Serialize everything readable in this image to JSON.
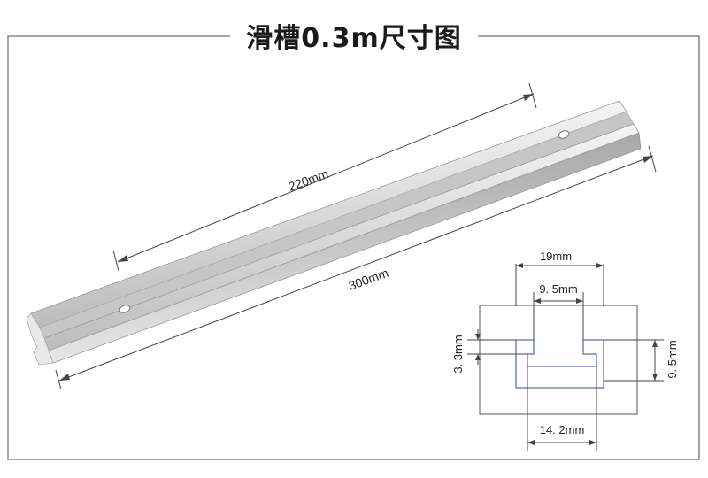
{
  "title": "滑槽0.3m尺寸图",
  "rail": {
    "length_labels": {
      "inner": "220mm",
      "overall": "300mm"
    }
  },
  "cross_section": {
    "labels": {
      "top_width": "19mm",
      "slot_opening": "9. 5mm",
      "left_height": "3. 3mm",
      "right_height": "9. 5mm",
      "bottom_width": "14. 2mm"
    }
  }
}
